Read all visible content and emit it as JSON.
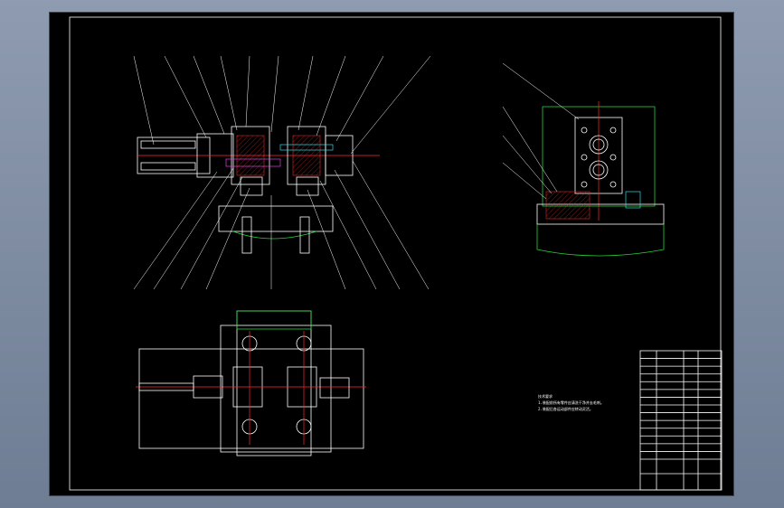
{
  "colors": {
    "background": "#7f8ca2",
    "sheet": "#000000",
    "outline": "#ffffff",
    "hidden": "#29d13a",
    "center": "#ff2a2a",
    "dimension": "#e040e0"
  },
  "drawing": {
    "technical_notes": [
      "技术要求",
      "1.装配前所有零件应清洗干净并去毛刺。",
      "2.装配后各运动部件应转动灵活。"
    ],
    "title_block": {
      "rows": 14
    }
  }
}
